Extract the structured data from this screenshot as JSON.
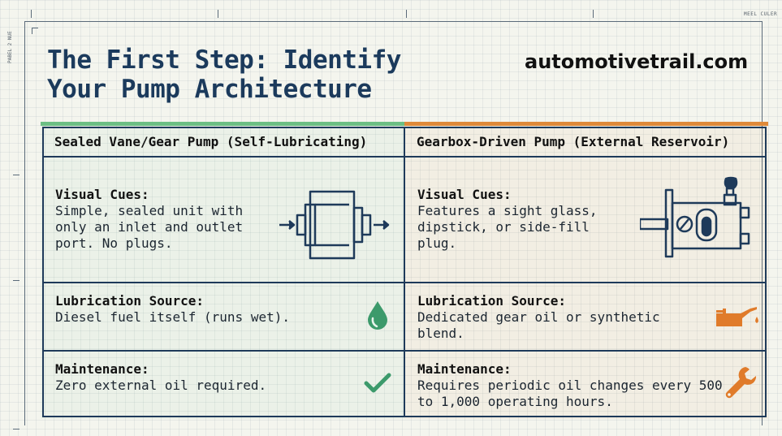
{
  "corner_label": "MEEL CULER",
  "side_label": "PABEL 2 NUE",
  "title_lines": [
    "The First Step: Identify",
    "Your Pump Architecture"
  ],
  "site": "automotivetrail.com",
  "columns": [
    {
      "header": "Sealed Vane/Gear Pump (Self-Lubricating)",
      "accent": "#6cbf84",
      "visual_cues": {
        "label": "Visual Cues:",
        "text": "Simple, sealed unit with only an inlet and outlet port. No plugs.",
        "icon": "sealed-pump-icon"
      },
      "lubrication": {
        "label": "Lubrication Source:",
        "text": "Diesel fuel itself (runs wet).",
        "icon": "fuel-drop-icon"
      },
      "maintenance": {
        "label": "Maintenance:",
        "text": "Zero external oil required.",
        "icon": "checkmark-icon"
      }
    },
    {
      "header": "Gearbox-Driven Pump (External Reservoir)",
      "accent": "#df8a3a",
      "visual_cues": {
        "label": "Visual Cues:",
        "text": "Features a sight glass, dipstick, or side-fill plug.",
        "icon": "gearbox-pump-icon"
      },
      "lubrication": {
        "label": "Lubrication Source:",
        "text": "Dedicated gear oil or synthetic blend.",
        "icon": "oil-can-icon"
      },
      "maintenance": {
        "label": "Maintenance:",
        "text": "Requires periodic oil changes every 500 to 1,000 operating hours.",
        "icon": "wrench-icon"
      }
    }
  ],
  "colors": {
    "navy": "#1b3a5c",
    "green": "#4aa86a",
    "orange": "#e07b2a",
    "teal": "#3c9a6b"
  }
}
